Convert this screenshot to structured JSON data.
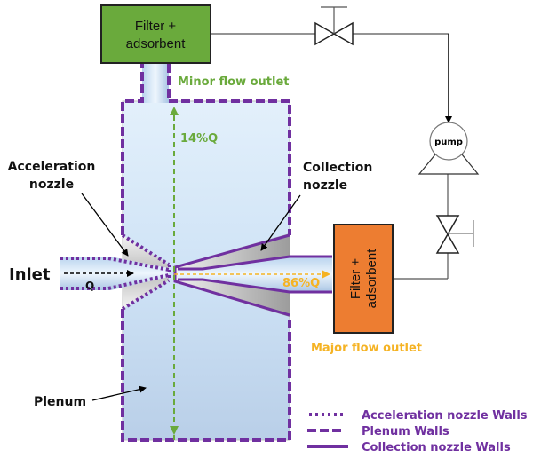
{
  "colors": {
    "wall": "#7030a0",
    "green_filter": "#6aaa3c",
    "orange_filter": "#ed7d31",
    "minor_flow": "#6aaa3c",
    "major_flow": "#f5b324",
    "plenum_fill": "#d6e9f8"
  },
  "filters": {
    "top": {
      "line1": "Filter +",
      "line2": "adsorbent"
    },
    "right": {
      "line1": "Filter +",
      "line2": "adsorbent"
    }
  },
  "labels": {
    "minor_flow_outlet": "Minor flow outlet",
    "major_flow_outlet": "Major flow outlet",
    "minor_fraction": "14%Q",
    "major_fraction": "86%Q",
    "inlet": "Inlet",
    "inlet_flow": "Q",
    "acceleration_nozzle_1": "Acceleration",
    "acceleration_nozzle_2": "nozzle",
    "collection_nozzle_1": "Collection",
    "collection_nozzle_2": "nozzle",
    "plenum": "Plenum",
    "pump": "pump"
  },
  "legend": [
    {
      "style": "dotted",
      "label": "Acceleration nozzle Walls"
    },
    {
      "style": "dashed",
      "label": "Plenum Walls"
    },
    {
      "style": "solid",
      "label": "Collection nozzle Walls"
    }
  ]
}
